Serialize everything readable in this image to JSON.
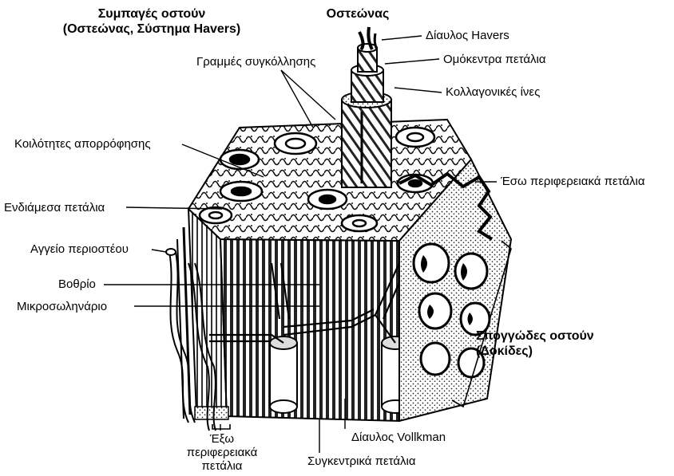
{
  "headers": {
    "compact_line1": "Συμπαγές οστούν",
    "compact_line2": "(Οστεώνας, Σύστημα Havers)",
    "osteon": "Οστεώνας",
    "spongy_line1": "Σπογγώδες οστούν",
    "spongy_line2": "(Δοκίδες)"
  },
  "labels": {
    "haversian_canal": "Δίαυλος Havers",
    "concentric_lamellae_top": "Ομόκεντρα πετάλια",
    "collagen_fibers": "Κολλαγονικές ίνες",
    "cement_lines": "Γραμμές συγκόλλησης",
    "resorption_cavities": "Κοιλότητες απορρόφησης",
    "inner_circumferential": "Έσω περιφερειακά πετάλια",
    "interstitial_lamellae": "Ενδιάμεσα πετάλια",
    "periosteal_vessel": "Αγγείο περιοστέου",
    "lacuna": "Βοθρίο",
    "canaliculus": "Μικροσωληνάριο",
    "outer_circ_line1": "Έξω",
    "outer_circ_line2": "περιφερειακά",
    "outer_circ_line3": "πετάλια",
    "volkmann_canal": "Δίαυλος Vollkman",
    "concentric_lamellae_bottom": "Συγκεντρικά πετάλια"
  }
}
